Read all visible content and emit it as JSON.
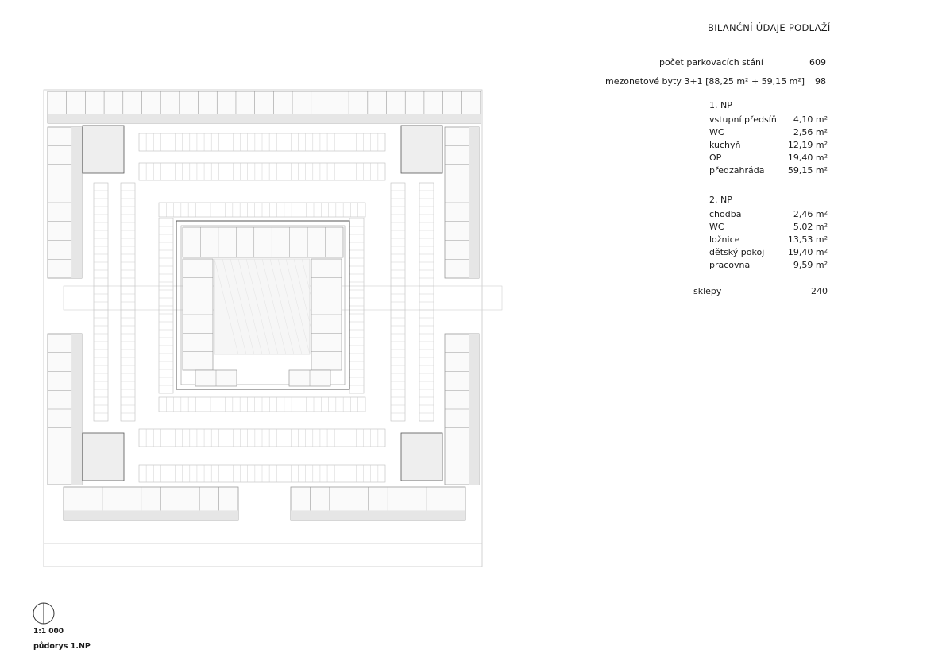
{
  "title": "BILANČNÍ ÚDAJE PODLAŽÍ",
  "parking": {
    "label": "počet parkovacích stání",
    "value": "609"
  },
  "apartments": {
    "label": "mezonetové byty 3+1 [88,25 m² + 59,15 m²]",
    "value": "98"
  },
  "np1": {
    "heading": "1. NP",
    "rows": [
      {
        "name": "vstupní předsíň",
        "area": "4,10 m²"
      },
      {
        "name": "WC",
        "area": "2,56 m²"
      },
      {
        "name": "kuchyň",
        "area": "12,19 m²"
      },
      {
        "name": "OP",
        "area": "19,40 m²"
      },
      {
        "name": "předzahráda",
        "area": "59,15 m²"
      }
    ]
  },
  "np2": {
    "heading": "2. NP",
    "rows": [
      {
        "name": "chodba",
        "area": "2,46 m²"
      },
      {
        "name": "WC",
        "area": "5,02 m²"
      },
      {
        "name": "ložnice",
        "area": "13,53 m²"
      },
      {
        "name": "dětský pokoj",
        "area": "19,40 m²"
      },
      {
        "name": "pracovna",
        "area": "9,59 m²"
      }
    ]
  },
  "cellars": {
    "label": "sklepy",
    "value": "240"
  },
  "legend": {
    "scale": "1:1 000",
    "caption": "půdorys 1.NP"
  },
  "colors": {
    "line": "#9a9a9a",
    "fill": "#eeeeee",
    "dark": "#555555"
  }
}
